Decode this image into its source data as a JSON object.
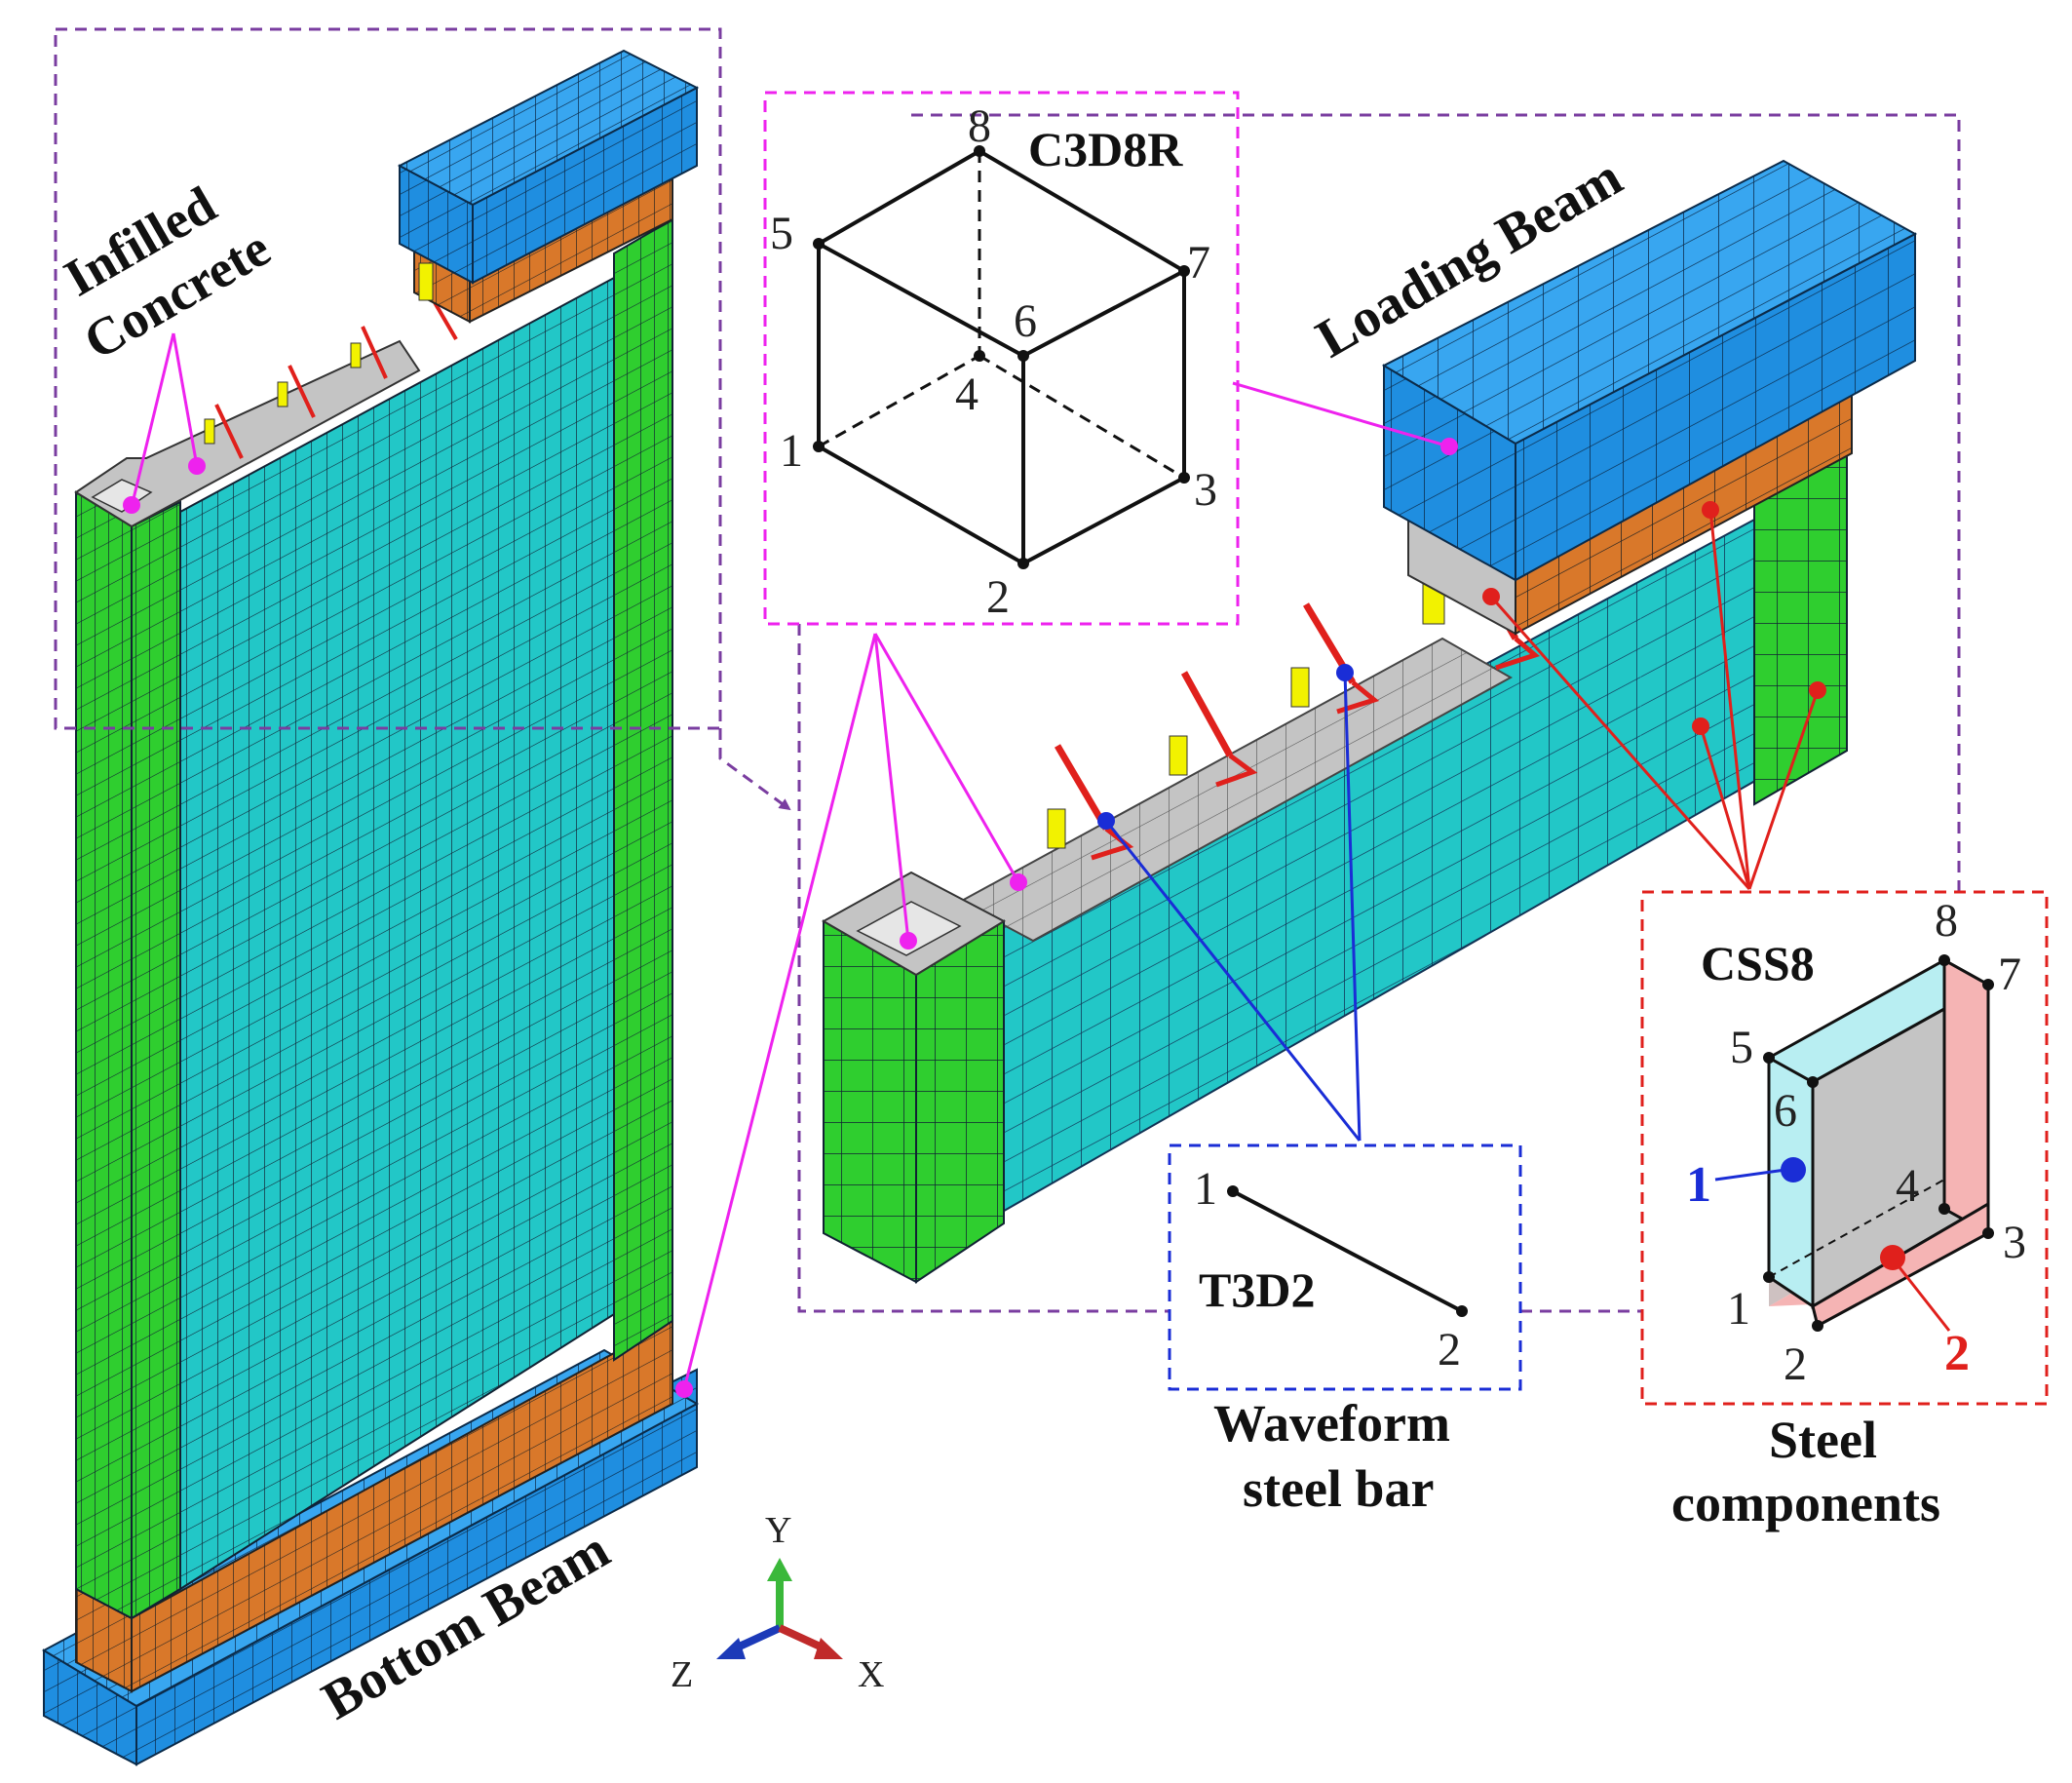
{
  "colors": {
    "blue": "#1f8ee0",
    "orange": "#d9782a",
    "green": "#2fce2f",
    "cyan": "#22c7c7",
    "gray": "#c4c4c4",
    "yellow": "#f2f200",
    "red": "#e0201c",
    "magenta": "#ee22ee",
    "purple": "#7a3da0",
    "navy": "#1a2dd6",
    "axis_green": "#3ab83a",
    "axis_blue": "#1c3ab8",
    "axis_red": "#c02a2a"
  },
  "labels": {
    "infilled_line1": "Infilled",
    "infilled_line2": "Concrete",
    "loading_beam": "Loading Beam",
    "bottom_beam": "Bottom Beam",
    "waveform_line1": "Waveform",
    "waveform_line2": "steel bar",
    "steel_line1": "Steel",
    "steel_line2": "components"
  },
  "c3d8r": {
    "title": "C3D8R",
    "nodes": [
      "1",
      "2",
      "3",
      "4",
      "5",
      "6",
      "7",
      "8"
    ]
  },
  "t3d2": {
    "title": "T3D2",
    "nodes": [
      "1",
      "2"
    ]
  },
  "css8": {
    "title": "CSS8",
    "nodes": [
      "1",
      "2",
      "3",
      "4",
      "5",
      "6",
      "7",
      "8"
    ],
    "component_1": "1",
    "component_2": "2"
  },
  "axes": {
    "x": "X",
    "y": "Y",
    "z": "Z"
  }
}
